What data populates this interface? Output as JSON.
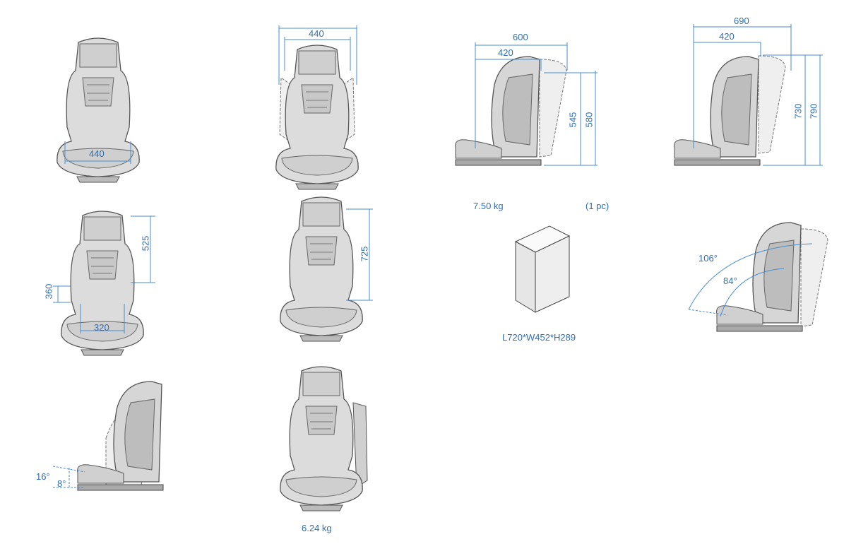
{
  "views": {
    "front_narrow": {
      "width": "440"
    },
    "front_extended": {
      "width": "440"
    },
    "side_upright": {
      "depth_total": "600",
      "depth_base": "420",
      "height_back": "545",
      "height_total": "580"
    },
    "side_extended": {
      "depth_total": "690",
      "depth_base": "420",
      "height_back": "730",
      "height_total": "790"
    },
    "front_seat_dims": {
      "back_height": "525",
      "seat_height": "360",
      "seat_width": "320"
    },
    "front_tall": {
      "height": "725"
    },
    "recline": {
      "angle_outer": "106°",
      "angle_inner": "84°"
    },
    "side_tilt": {
      "angle_outer": "16°",
      "angle_inner": "8°"
    },
    "perspective": {
      "weight": "6.24 kg"
    }
  },
  "package": {
    "weight": "7.50 kg",
    "quantity": "(1 pc)",
    "dimensions": "L720*W452*H289"
  },
  "colors": {
    "dimension": "#2f6fb3",
    "seat_fill": "#d9d9d9",
    "seat_stroke": "#555555"
  }
}
